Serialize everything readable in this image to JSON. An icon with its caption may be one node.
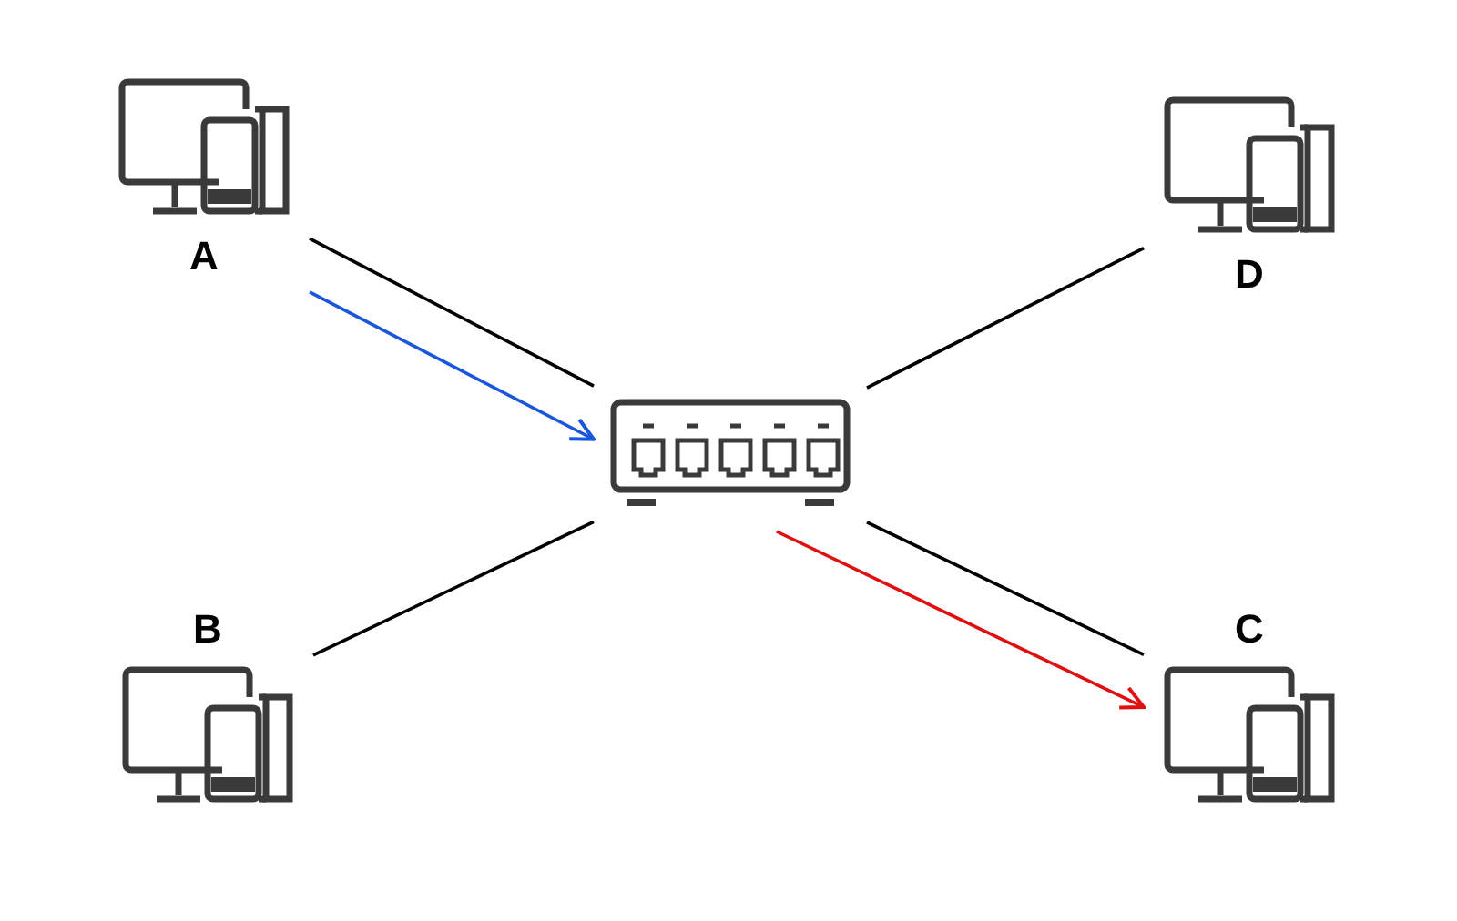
{
  "diagram": {
    "nodes": [
      {
        "text": [
          "A"
        ]
      },
      {
        "text": [
          "D"
        ]
      },
      {
        "text": [],
        "shape": "picture"
      },
      {
        "text": [
          "B"
        ]
      },
      {
        "text": [
          "C"
        ]
      }
    ],
    "edges": [
      {
        "from": 0,
        "to": 2,
        "arrow": "none"
      },
      {
        "from": 0,
        "to": 2,
        "arrow": "to",
        "color": "#1a56db"
      },
      {
        "from": 1,
        "to": 2,
        "arrow": "none"
      },
      {
        "from": 3,
        "to": 2,
        "arrow": "none"
      },
      {
        "from": 2,
        "to": 4,
        "arrow": "none"
      },
      {
        "from": 2,
        "to": 4,
        "arrow": "to",
        "color": "#e01010"
      }
    ]
  }
}
